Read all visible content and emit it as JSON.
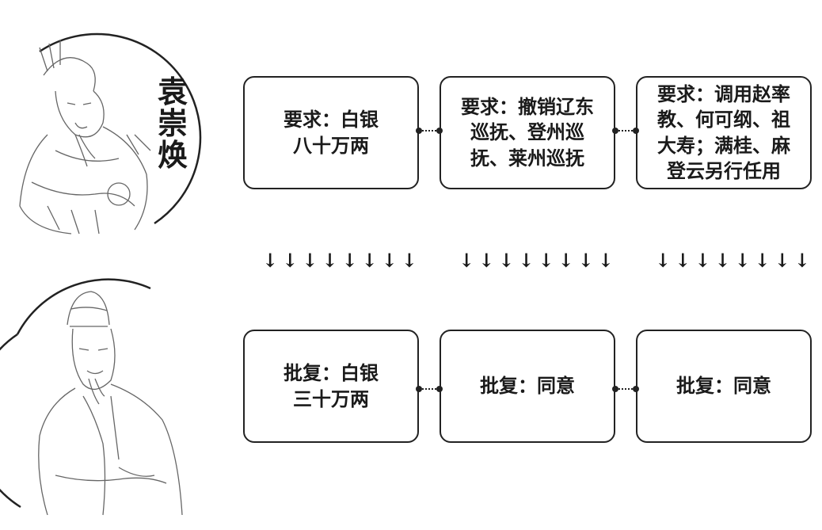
{
  "persons": {
    "top_name_chars": [
      "袁",
      "崇",
      "焕"
    ]
  },
  "requests": [
    {
      "text": "要求：白银\n八十万两"
    },
    {
      "text": "要求：撤销辽东\n巡抚、登州巡\n抚、莱州巡抚"
    },
    {
      "text": "要求：调用赵率\n教、何可纲、祖\n大寿；满桂、麻\n登云另行任用"
    }
  ],
  "replies": [
    {
      "text": "批复：白银\n三十万两"
    },
    {
      "text": "批复：同意"
    },
    {
      "text": "批复：同意"
    }
  ],
  "arrow_groups": [
    "↓↓↓↓↓↓↓↓",
    "↓↓↓↓↓↓↓↓",
    "↓↓↓↓↓↓↓↓"
  ]
}
